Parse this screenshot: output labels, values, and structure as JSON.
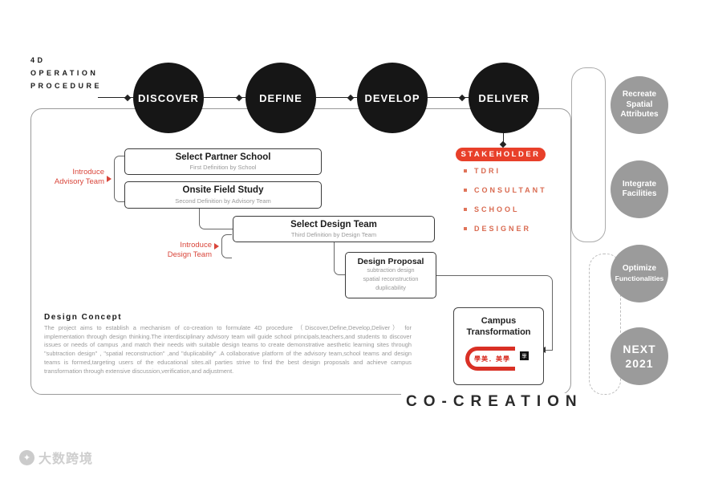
{
  "header": {
    "line1": "4D",
    "line2": "OPERATION",
    "line3": "PROCEDURE"
  },
  "phases": [
    {
      "label": "DISCOVER"
    },
    {
      "label": "DEFINE"
    },
    {
      "label": "DEVELOP"
    },
    {
      "label": "DELIVER"
    }
  ],
  "flow": {
    "boxes": [
      {
        "title": "Select Partner School",
        "subtitle": "First Definition by School"
      },
      {
        "title": "Onsite Field Study",
        "subtitle": "Second Definition by Advisory Team"
      },
      {
        "title": "Select Design Team",
        "subtitle": "Third Definition by Design Team"
      },
      {
        "title": "Design Proposal",
        "lines": [
          "subtraction design",
          "spatial reconstruction",
          "duplicability"
        ]
      }
    ],
    "annotations": [
      {
        "line1": "Introduce",
        "line2": "Advisory Team"
      },
      {
        "line1": "Introduce",
        "line2": "Design Team"
      }
    ]
  },
  "stakeholder": {
    "label": "STAKEHOLDER",
    "items": [
      "TDRI",
      "CONSULTANT",
      "SCHOOL",
      "DESIGNER"
    ]
  },
  "design_concept": {
    "heading": "Design Concept",
    "body": "The project aims to establish a mechanism of co-creation to formulate 4D procedure （Discover,Define,Develop,Deliver） for implementation through design thinking.The interdisciplinary advisory team will guide school principals,teachers,and students to discover issues or needs of campus ,and match their needs with suitable design teams to create demonstrative aesthetic learning sites through \"subtraction design\" , \"spatial reconstruction\" ,and \"duplicability\" .A collaborative platform of the advisory team,school teams and design teams is formed,targeting users of the educational sites.all parties strive to find the best design proposals and achieve campus transformation through extensive discussion,verification,and adjustment."
  },
  "campus": {
    "title_line1": "Campus",
    "title_line2": "Transformation",
    "logo_text": "學美．美學",
    "logo_mark": "學"
  },
  "co_creation": "CO-CREATION",
  "outcomes": [
    {
      "lines": [
        "Recreate",
        "Spatial",
        "Attributes"
      ]
    },
    {
      "lines": [
        "Integrate",
        "Facilities"
      ]
    },
    {
      "lines": [
        "Optimize",
        "Functionalities"
      ]
    },
    {
      "lines": [
        "NEXT",
        "2021"
      ]
    }
  ],
  "watermark": {
    "icon": "✦",
    "text": "大数跨境"
  },
  "colors": {
    "accent_red": "#e8402a",
    "phase_black": "#161616",
    "outcome_gray": "#9b9b9b"
  }
}
